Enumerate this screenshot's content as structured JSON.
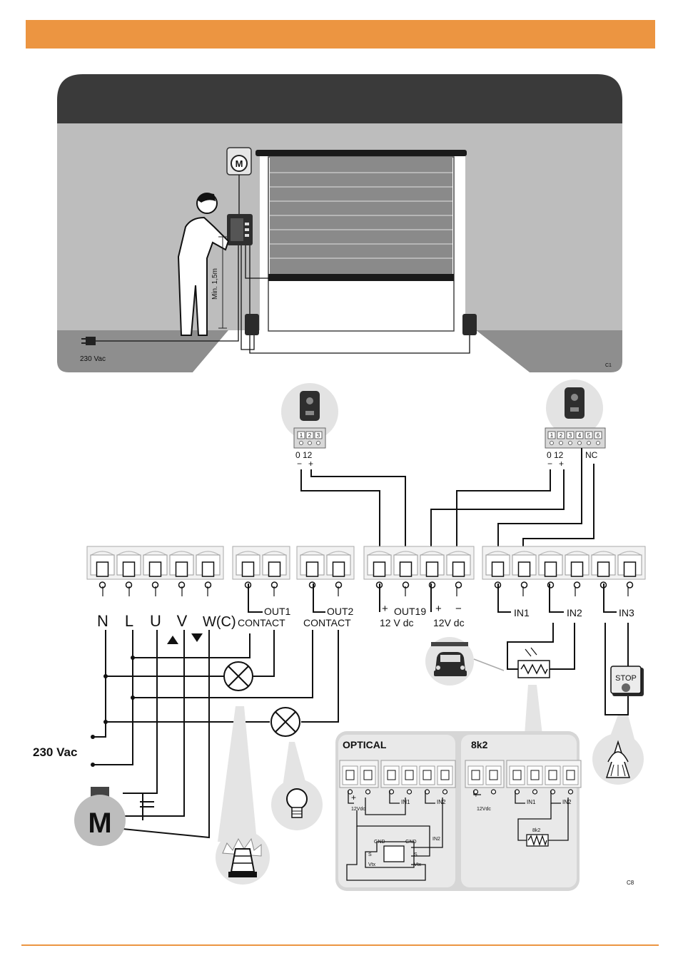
{
  "colors": {
    "accent": "#ec9541",
    "wall": "#bdbdbd",
    "ceiling": "#3a3a3a",
    "floor": "#8e8e8e",
    "panel": "#e6e6e6"
  },
  "scene": {
    "motor_letter": "M",
    "height_label": "Min. 1,5m",
    "supply_label": "230 Vac",
    "figure_code": "C1"
  },
  "photocells": {
    "left_numbers": [
      "1",
      "2",
      "3"
    ],
    "left_terms": "0 12",
    "left_minus": "−",
    "left_plus": "+",
    "right_numbers": [
      "1",
      "2",
      "3",
      "4",
      "5",
      "6"
    ],
    "right_terms": "0 12",
    "right_minus": "−",
    "right_plus": "+",
    "right_nc": "NC"
  },
  "terminals": {
    "power": [
      "N",
      "L",
      "U",
      "V",
      "W(C)"
    ],
    "out1_title": "OUT1",
    "out1_sub": "CONTACT",
    "out2_title": "OUT2",
    "out2_sub": "CONTACT",
    "plus_a": "+",
    "out19": "OUT19",
    "plus_b": "+",
    "minus_b": "−",
    "dc_a": "12 V  dc",
    "dc_b": "12V  dc",
    "in1": "IN1",
    "in2": "IN2",
    "in3": "IN3"
  },
  "wiring": {
    "supply_label": "230 Vac",
    "motor_letter": "M",
    "stop_label": "STOP"
  },
  "inset": {
    "optical_title": "OPTICAL",
    "optical_plus": "+",
    "optical_12vdc": "12Vdc",
    "optical_in1": "IN1",
    "optical_in2": "IN2",
    "optical_in2_wire": "IN2",
    "gnd_left": "GND",
    "gnd_right": "GND",
    "s_left": "S",
    "s_right": "S",
    "vtx_left": "Vtx",
    "vtx_right": "Vtx",
    "k8_title": "8k2",
    "k8_plus": "+",
    "k8_12vdc": "12Vdc",
    "k8_in1": "IN1",
    "k8_in2": "IN2",
    "k8_resistor": "8k2"
  },
  "figure_code": "C8"
}
